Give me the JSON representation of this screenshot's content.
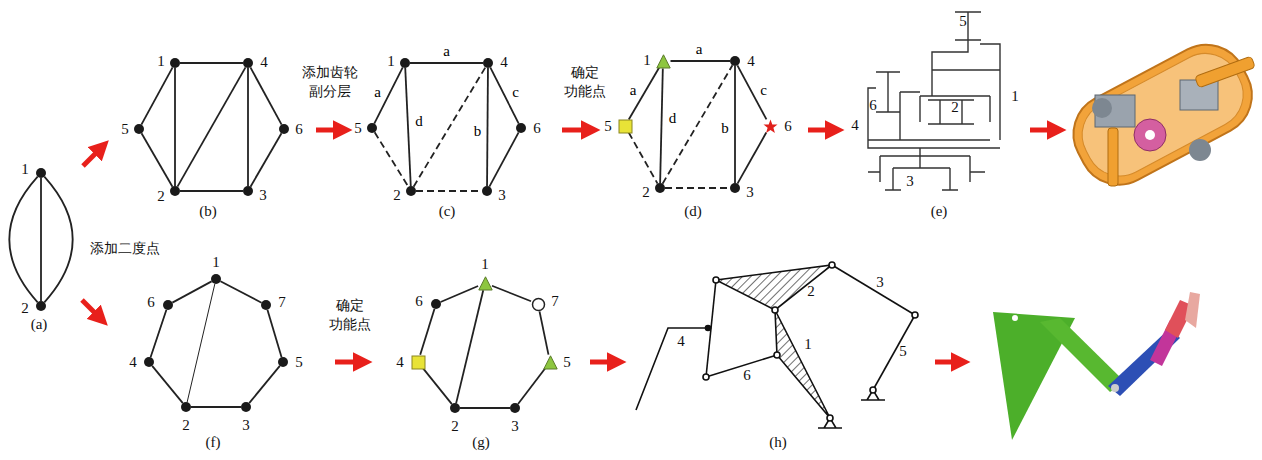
{
  "diagram": {
    "nodes": [
      {
        "text": [
          "1"
        ]
      },
      {
        "text": [
          "2"
        ]
      },
      {
        "text": [
          "1"
        ]
      },
      {
        "text": [
          "4"
        ]
      },
      {
        "text": [
          "5"
        ]
      },
      {
        "text": [
          "6"
        ]
      },
      {
        "text": [
          "2"
        ]
      },
      {
        "text": [
          "3"
        ]
      },
      {
        "text": [
          "1"
        ]
      },
      {
        "text": [
          "4"
        ]
      },
      {
        "text": [
          "5"
        ]
      },
      {
        "text": [
          "6"
        ]
      },
      {
        "text": [
          "2"
        ]
      },
      {
        "text": [
          "3"
        ]
      },
      {
        "text": [
          "1"
        ]
      },
      {
        "text": [
          "4"
        ]
      },
      {
        "text": [
          "5"
        ]
      },
      {
        "text": [
          "6"
        ]
      },
      {
        "text": [
          "2"
        ]
      },
      {
        "text": [
          "3"
        ]
      },
      {
        "text": [
          "1"
        ]
      },
      {
        "text": [
          "7"
        ]
      },
      {
        "text": [
          "6"
        ]
      },
      {
        "text": [
          "4"
        ]
      },
      {
        "text": [
          "5"
        ]
      },
      {
        "text": [
          "2"
        ]
      },
      {
        "text": [
          "3"
        ]
      },
      {
        "text": [
          "1"
        ]
      },
      {
        "text": [
          "7"
        ]
      },
      {
        "text": [
          "6"
        ]
      },
      {
        "text": [
          "4"
        ]
      },
      {
        "text": [
          "5"
        ]
      },
      {
        "text": [
          "2"
        ]
      },
      {
        "text": [
          "3"
        ]
      }
    ],
    "edges": [
      {
        "from": 0,
        "to": 1,
        "arrow": "none"
      },
      {
        "from": 0,
        "to": 1,
        "arrow": "none"
      },
      {
        "from": 0,
        "to": 1,
        "arrow": "none"
      },
      {
        "from": 2,
        "to": 3,
        "arrow": "none"
      },
      {
        "from": 2,
        "to": 4,
        "arrow": "none"
      },
      {
        "from": 2,
        "to": 6,
        "arrow": "none"
      },
      {
        "from": 4,
        "to": 6,
        "arrow": "none"
      },
      {
        "from": 6,
        "to": 3,
        "arrow": "none"
      },
      {
        "from": 3,
        "to": 7,
        "arrow": "none"
      },
      {
        "from": 3,
        "to": 5,
        "arrow": "none"
      },
      {
        "from": 5,
        "to": 7,
        "arrow": "none"
      },
      {
        "from": 6,
        "to": 7,
        "arrow": "none"
      },
      {
        "from": 8,
        "to": 9,
        "arrow": "none",
        "label": "a"
      },
      {
        "from": 8,
        "to": 10,
        "arrow": "none",
        "label": "a"
      },
      {
        "from": 8,
        "to": 12,
        "arrow": "none",
        "label": "d"
      },
      {
        "from": 10,
        "to": 12,
        "arrow": "none"
      },
      {
        "from": 12,
        "to": 9,
        "arrow": "none"
      },
      {
        "from": 9,
        "to": 13,
        "arrow": "none",
        "label": "b"
      },
      {
        "from": 9,
        "to": 11,
        "arrow": "none",
        "label": "c"
      },
      {
        "from": 11,
        "to": 13,
        "arrow": "none"
      },
      {
        "from": 12,
        "to": 13,
        "arrow": "none"
      },
      {
        "from": 14,
        "to": 15,
        "arrow": "none",
        "label": "a"
      },
      {
        "from": 14,
        "to": 16,
        "arrow": "none",
        "label": "a"
      },
      {
        "from": 14,
        "to": 18,
        "arrow": "none",
        "label": "d"
      },
      {
        "from": 16,
        "to": 18,
        "arrow": "none"
      },
      {
        "from": 18,
        "to": 15,
        "arrow": "none"
      },
      {
        "from": 15,
        "to": 19,
        "arrow": "none",
        "label": "b"
      },
      {
        "from": 15,
        "to": 17,
        "arrow": "none",
        "label": "c"
      },
      {
        "from": 17,
        "to": 19,
        "arrow": "none"
      },
      {
        "from": 18,
        "to": 19,
        "arrow": "none"
      },
      {
        "from": 20,
        "to": 21,
        "arrow": "none"
      },
      {
        "from": 21,
        "to": 24,
        "arrow": "none"
      },
      {
        "from": 24,
        "to": 26,
        "arrow": "none"
      },
      {
        "from": 26,
        "to": 25,
        "arrow": "none"
      },
      {
        "from": 25,
        "to": 23,
        "arrow": "none"
      },
      {
        "from": 23,
        "to": 22,
        "arrow": "none"
      },
      {
        "from": 22,
        "to": 20,
        "arrow": "none"
      },
      {
        "from": 20,
        "to": 25,
        "arrow": "none"
      },
      {
        "from": 27,
        "to": 28,
        "arrow": "none"
      },
      {
        "from": 28,
        "to": 31,
        "arrow": "none"
      },
      {
        "from": 31,
        "to": 33,
        "arrow": "none"
      },
      {
        "from": 33,
        "to": 32,
        "arrow": "none"
      },
      {
        "from": 32,
        "to": 30,
        "arrow": "none"
      },
      {
        "from": 30,
        "to": 29,
        "arrow": "none"
      },
      {
        "from": 29,
        "to": 27,
        "arrow": "none"
      },
      {
        "from": 27,
        "to": 32,
        "arrow": "none"
      }
    ],
    "labels": [
      "添加齿轮 副分层",
      "确定 功能点",
      "添加二度点",
      "确定 功能点",
      "(a)",
      "(b)",
      "(c)",
      "(d)",
      "(e)",
      "(f)",
      "(g)",
      "(h)",
      "5",
      "6",
      "2",
      "1",
      "4",
      "3",
      "2",
      "3",
      "1",
      "4",
      "6",
      "5"
    ]
  }
}
